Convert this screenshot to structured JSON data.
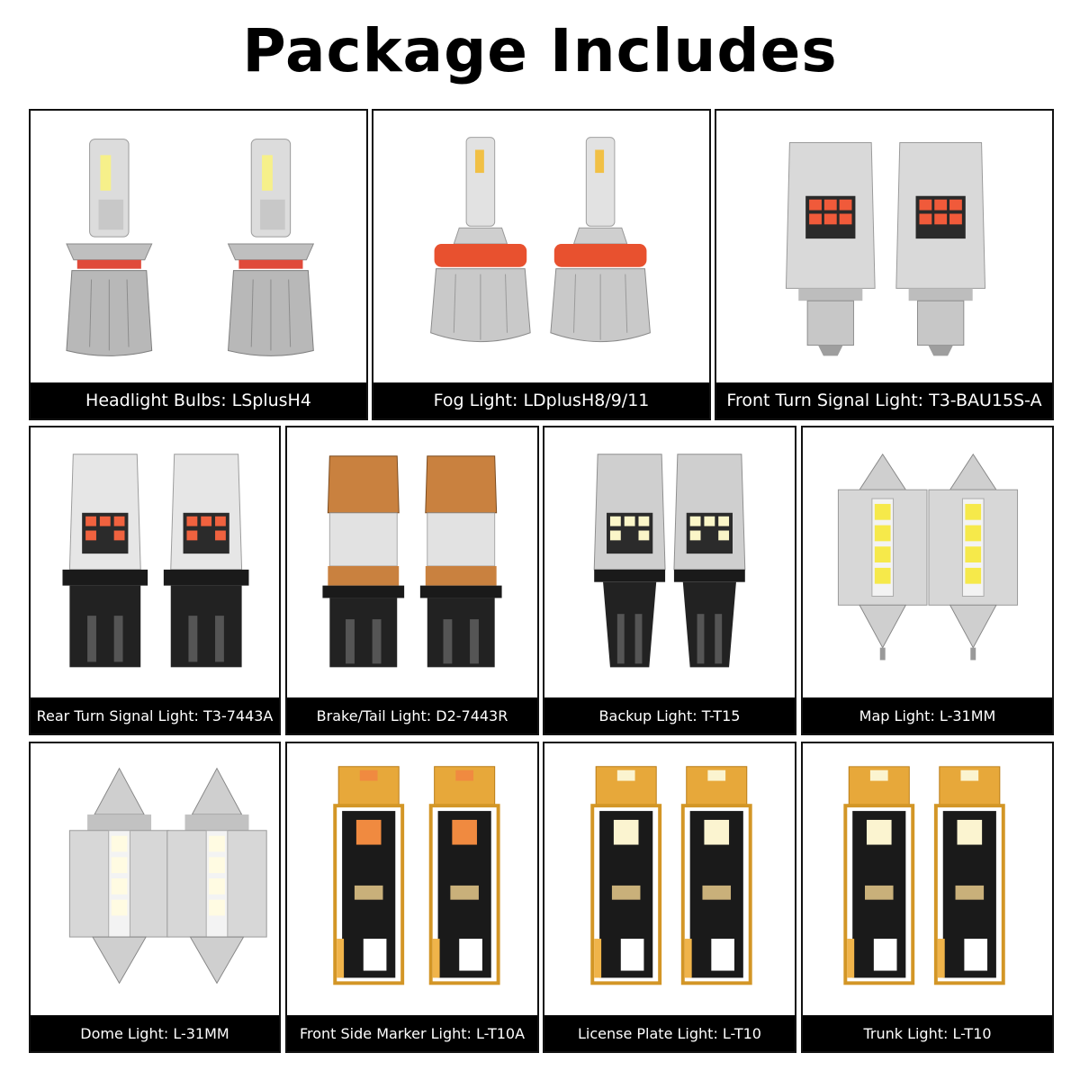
{
  "title": "Package Includes",
  "items": [
    {
      "label": "Headlight Bulbs: LSplusH4",
      "icon": "h4-headlight-bulb-icon"
    },
    {
      "label": "Fog Light: LDplusH8/9/11",
      "icon": "h11-fog-bulb-icon"
    },
    {
      "label": "Front Turn Signal Light: T3-BAU15S-A",
      "icon": "bau15s-bulb-icon"
    },
    {
      "label": "Rear Turn Signal Light: T3-7443A",
      "icon": "7443-amber-bulb-icon"
    },
    {
      "label": "Brake/Tail Light: D2-7443R",
      "icon": "7443-red-bulb-icon"
    },
    {
      "label": "Backup Light: T-T15",
      "icon": "t15-backup-bulb-icon"
    },
    {
      "label": "Map Light: L-31MM",
      "icon": "festoon-31mm-bulb-icon"
    },
    {
      "label": "Dome Light: L-31MM",
      "icon": "festoon-31mm-bulb-icon"
    },
    {
      "label": "Front Side Marker Light: L-T10A",
      "icon": "t10-amber-bulb-icon"
    },
    {
      "label": "License Plate Light: L-T10",
      "icon": "t10-white-bulb-icon"
    },
    {
      "label": "Trunk Light: L-T10",
      "icon": "t10-white-bulb-icon"
    }
  ]
}
